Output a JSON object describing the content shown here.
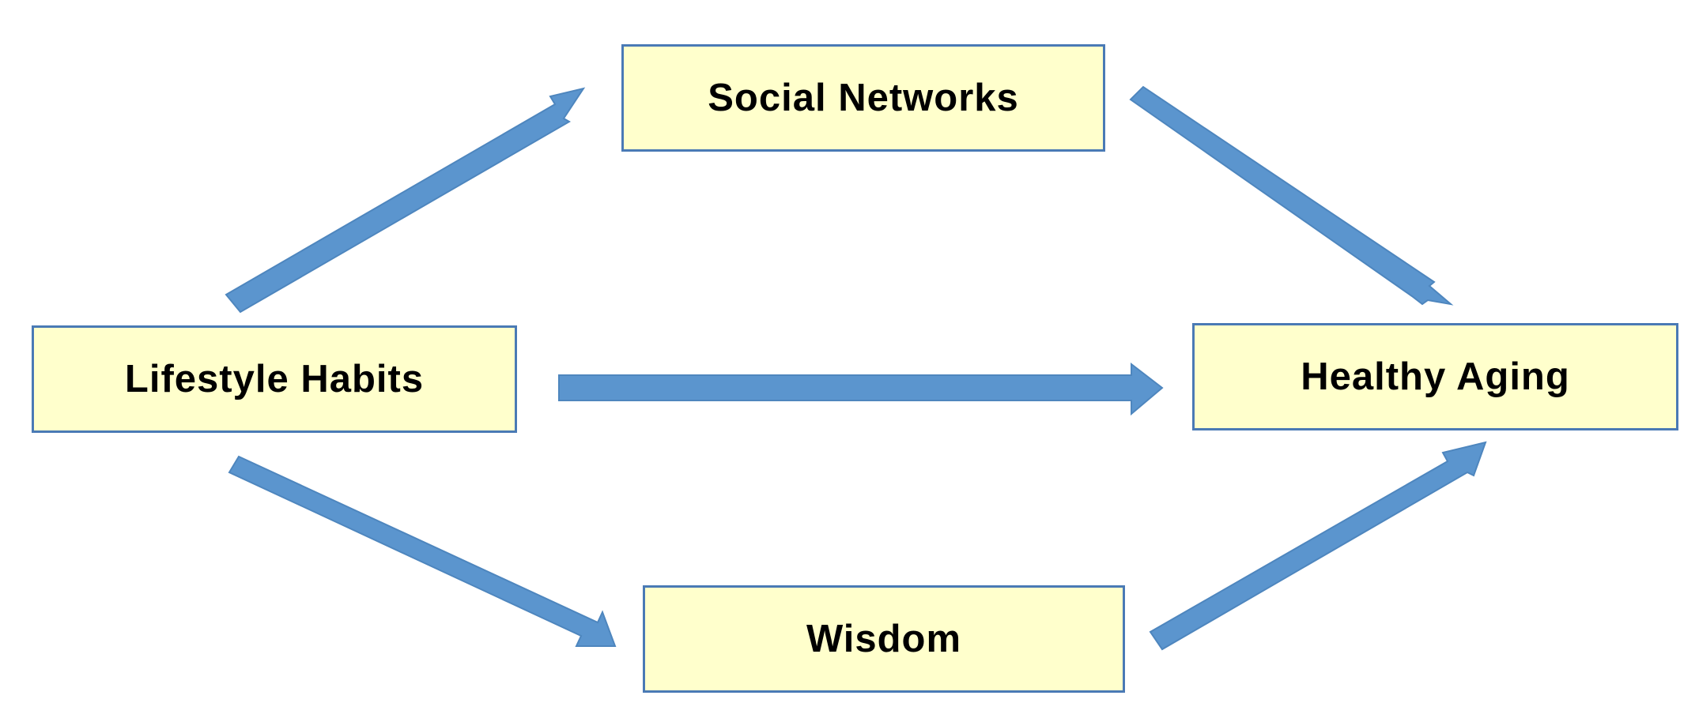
{
  "diagram": {
    "nodes": {
      "social_networks": "Social Networks",
      "lifestyle_habits": "Lifestyle Habits",
      "healthy_aging": "Healthy Aging",
      "wisdom": "Wisdom"
    },
    "edges": [
      {
        "from": "Lifestyle Habits",
        "to": "Social Networks"
      },
      {
        "from": "Social Networks",
        "to": "Healthy Aging"
      },
      {
        "from": "Lifestyle Habits",
        "to": "Healthy Aging"
      },
      {
        "from": "Lifestyle Habits",
        "to": "Wisdom"
      },
      {
        "from": "Wisdom",
        "to": "Healthy Aging"
      }
    ],
    "colors": {
      "node_fill": "#FFFFCC",
      "node_border": "#4A7AB5",
      "arrow_fill": "#5B95CE",
      "text": "#000000"
    }
  }
}
